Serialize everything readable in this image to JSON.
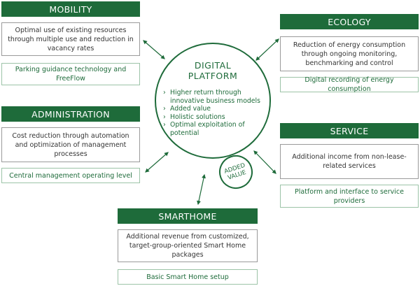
{
  "center": {
    "title_line1": "DIGITAL",
    "title_line2": "PLATFORM",
    "points": [
      "Higher return through innovative business models",
      "Added value",
      "Holistic solutions",
      "Optimal exploitation of potential"
    ],
    "badge_line1": "ADDED",
    "badge_line2": "VALUE"
  },
  "mobility": {
    "header": "MOBILITY",
    "text": "Optimal use of existing resources through multiple use and reduction in vacancy rates",
    "highlight": "Parking guidance technology and FreeFlow"
  },
  "ecology": {
    "header": "ECOLOGY",
    "text": "Reduction of energy consumption through ongoing monitoring, benchmarking and control",
    "highlight": "Digital recording of energy consumption"
  },
  "administration": {
    "header": "ADMINISTRATION",
    "text": "Cost reduction through automation and optimization of management processes",
    "highlight": "Central management operating level"
  },
  "service": {
    "header": "SERVICE",
    "text": "Additional income from non-lease-related services",
    "highlight": "Platform and interface to service providers"
  },
  "smarthome": {
    "header": "SMARTHOME",
    "text": "Additional revenue from customized, target-group-oriented Smart Home packages",
    "highlight": "Basic Smart Home setup"
  }
}
